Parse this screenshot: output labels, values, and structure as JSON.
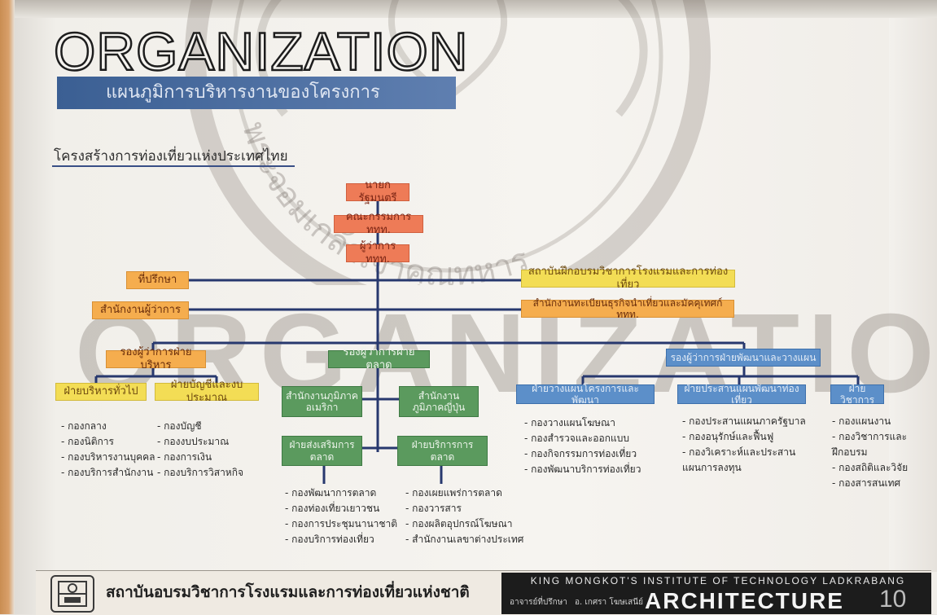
{
  "title": "ORGANIZATION",
  "subtitle": "แผนภูมิการบริหารงานของโครงการ",
  "section_heading": "โครงสร้างการท่องเที่ยวแห่งประเทศไทย",
  "watermark": "ORGANIZATION",
  "seal_text": "พระจอมเกล้าเจ้าคุณทหาร",
  "top_chain": [
    "นายกรัฐมนตรี",
    "คณะกรรมการ ททท.",
    "ผู้ว่าการ ททท."
  ],
  "left_staff": [
    "ที่ปรึกษา",
    "สำนักงานผู้ว่าการ"
  ],
  "right_staff": [
    "สถาบันฝึกอบรมวิชาการโรงแรมและการท่องเที่ยว",
    "สำนักงานทะเบียนธุรกิจนำเที่ยวและมัคคุเทศก์ ททท."
  ],
  "deputies": {
    "admin": "รองผู้ว่าการฝ่ายบริหาร",
    "marketing": "รองผู้ว่าการฝ่ายตลาด",
    "development": "รองผู้ว่าการฝ่ายพัฒนาและวางแผน"
  },
  "admin_depts": [
    {
      "name": "ฝ่ายบริหารทั่วไป",
      "items": [
        "กองกลาง",
        "กองนิติการ",
        "กองบริหารงานบุคคล",
        "กองบริการสำนักงาน"
      ]
    },
    {
      "name": "ฝ่ายบัญชีและงบประมาณ",
      "items": [
        "กองบัญชี",
        "กองงบประมาณ",
        "กองการเงิน",
        "กองบริการวิสาหกิจ"
      ]
    }
  ],
  "marketing_offices": [
    "สำนักงานภูมิภาคอเมริกา",
    "สำนักงานภูมิภาคญี่ปุ่น"
  ],
  "marketing_depts": [
    {
      "name": "ฝ่ายส่งเสริมการตลาด",
      "items": [
        "กองพัฒนาการตลาด",
        "กองท่องเที่ยวเยาวชน",
        "กองการประชุมนานาชาติ",
        "กองบริการท่องเที่ยว"
      ]
    },
    {
      "name": "ฝ่ายบริการการตลาด",
      "items": [
        "กองเผยแพร่การตลาด",
        "กองวารสาร",
        "กองผลิตอุปกรณ์โฆษณา",
        "สำนักงานเลขาต่างประเทศ"
      ]
    }
  ],
  "dev_depts": [
    {
      "name": "ฝ่ายวางแผนโครงการและพัฒนา",
      "items": [
        "กองวางแผนโฆษณา",
        "กองสำรวจและออกแบบ",
        "กองกิจกรรมการท่องเที่ยว",
        "กองพัฒนาบริการท่องเที่ยว"
      ]
    },
    {
      "name": "ฝ่ายประสานแผนพัฒนาท่องเที่ยว",
      "items": [
        "กองประสานแผนภาครัฐบาล",
        "กองอนุรักษ์และฟื้นฟู",
        "กองวิเคราะห์และประสานแผนการลงทุน"
      ]
    },
    {
      "name": "ฝ่ายวิชาการ",
      "items": [
        "กองแผนงาน",
        "กองวิชาการและฝึกอบรม",
        "กองสถิติและวิจัย",
        "กองสารสนเทศ"
      ]
    }
  ],
  "footer": {
    "institute_th": "สถาบันอบรมวิชาการโรงแรมและการท่องเที่ยวแห่งชาติ",
    "institute_en": "KING MONGKOT'S INSTITUTE OF TECHNOLOGY LADKRABANG",
    "advisor_label": "อาจารย์ที่ปรึกษา",
    "advisor_name": "อ. เกศรา โฆษเสนีย์",
    "faculty": "ARCHITECTURE",
    "page_number": "10"
  }
}
